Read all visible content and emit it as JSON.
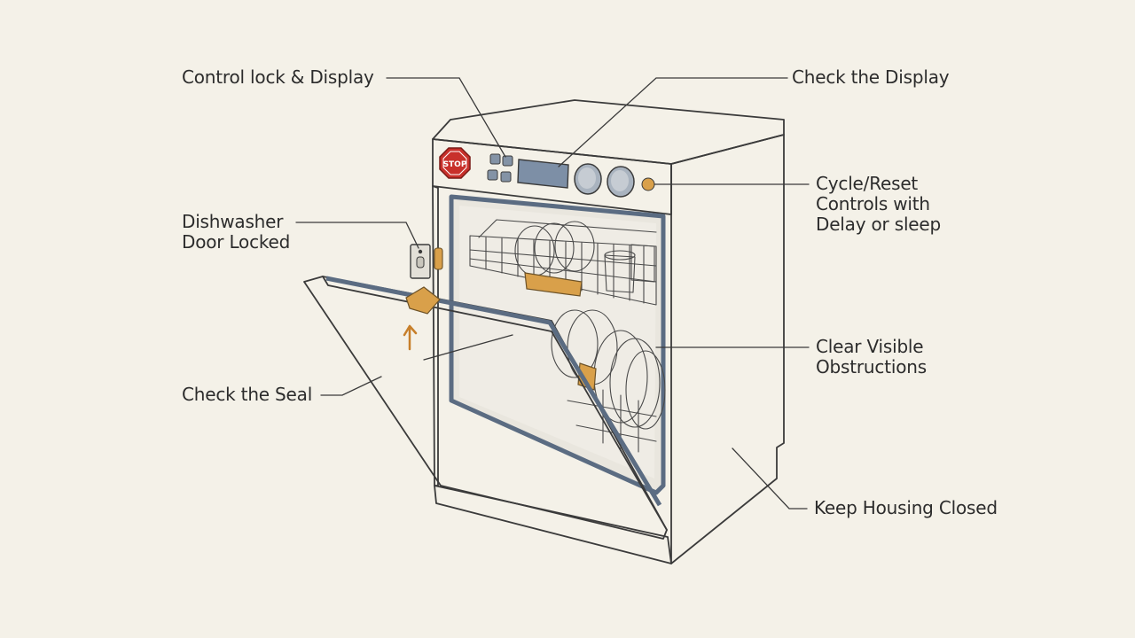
{
  "colors": {
    "background": "#f4f1e8",
    "gasket": "#5b6c82",
    "accent_orange": "#d9a04a",
    "stop_sign": "#c8302b"
  },
  "stop_sign_text": "STOP",
  "callouts": {
    "control_lock_display": "Control lock & Display",
    "check_display": "Check the Display",
    "cycle_reset": "Cycle/Reset\nControls with\nDelay or sleep",
    "door_locked": "Dishwasher\nDoor Locked",
    "clear_obstructions": "Clear Visible\nObstructions",
    "check_seal": "Check the Seal",
    "keep_housing_closed": "Keep Housing Closed"
  }
}
